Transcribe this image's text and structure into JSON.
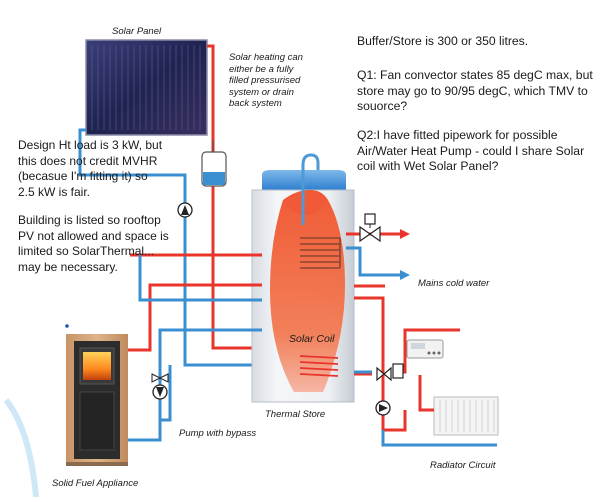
{
  "labels": {
    "solar_panel": "Solar Panel",
    "solar_heating_note": "Solar heating can\neither be a fully\nfilled pressurised\nsystem or drain\nback system",
    "solar_coil": "Solar Coil",
    "thermal_store": "Thermal Store",
    "mains_cold_water": "Mains cold water",
    "pump_with_bypass": "Pump with bypass",
    "radiator_circuit": "Radiator Circuit",
    "solid_fuel_appliance": "Solid Fuel Appliance"
  },
  "notes": {
    "design_load": "Design Ht load is 3 kW, but\nthis does not credit MVHR\n(becasue I'm fitting it) so\n2.5 kW is fair.",
    "building": "Building is listed so rooftop\nPV not allowed and space is\nlimited so SolarThermal...\nmay be necessary."
  },
  "questions": {
    "buffer": "Buffer/Store is 300 or 350 litres.",
    "q1": "Q1: Fan convector states 85 degC max, but\nstore may go to 90/95 degC, which TMV to\nsouorce?",
    "q2": "Q2:I have fitted pipework for possible\nAir/Water Heat Pump - could I share Solar\ncoil with Wet Solar Panel?"
  },
  "colors": {
    "hot_pipe": "#e8342b",
    "cold_pipe": "#3a8fd0",
    "store_hot": "#ee4a2a",
    "store_water": "#2f7fd0",
    "appliance_wood": "#d2a679"
  }
}
